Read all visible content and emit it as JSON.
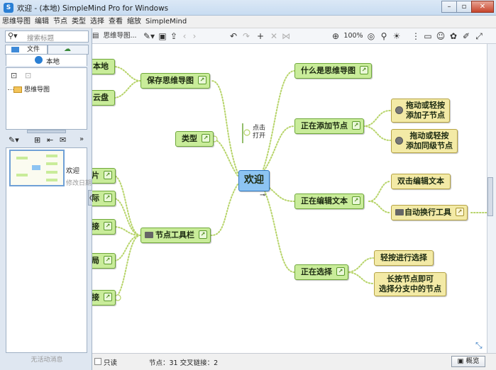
{
  "window": {
    "title": "欢迎 - (本地) SimpleMind Pro for Windows",
    "app_icon": "S"
  },
  "window_controls": {
    "minimize": "–",
    "restore": "▫",
    "close": "✕"
  },
  "menu": [
    "思维导图",
    "编辑",
    "节点",
    "类型",
    "选择",
    "查看",
    "缩放",
    "SimpleMind"
  ],
  "toolbar": {
    "doc_label": "思维导图...",
    "zoom": "100%",
    "add": "+"
  },
  "sidebar": {
    "search_placeholder": "搜索标题",
    "tabs": [
      "文件",
      "云端"
    ],
    "local_label": "本地",
    "folder_label": "思维导图",
    "thumb_title": "欢迎",
    "thumb_subtitle": "修改日期",
    "footer": "无活动消息"
  },
  "mindmap": {
    "center": "欢迎",
    "left_nodes": [
      "本地",
      "云盘",
      "保存思维导图",
      "类型",
      "片",
      "际",
      "接",
      "节点工具栏",
      "局",
      "接"
    ],
    "right_nodes": [
      "什么是思维导图",
      "正在添加节点",
      "正在编辑文本",
      "正在选择"
    ],
    "leaf_nodes": [
      "拖动或轻按\n添加子节点",
      "拖动或轻按\n添加同级节点",
      "双击编辑文本",
      "自动换行工具",
      "轻按进行选择",
      "长按节点即可\n选择分支中的节点"
    ],
    "note": "点击\n打开"
  },
  "statusbar": {
    "readonly": "只读",
    "stats": "节点：31 交叉链接：2",
    "overview": "概览"
  },
  "colors": {
    "green_node": "#c9ec9a",
    "yellow_node": "#f3eaa6",
    "center_node": "#8dc4f2",
    "link_line": "#a9c95e"
  }
}
